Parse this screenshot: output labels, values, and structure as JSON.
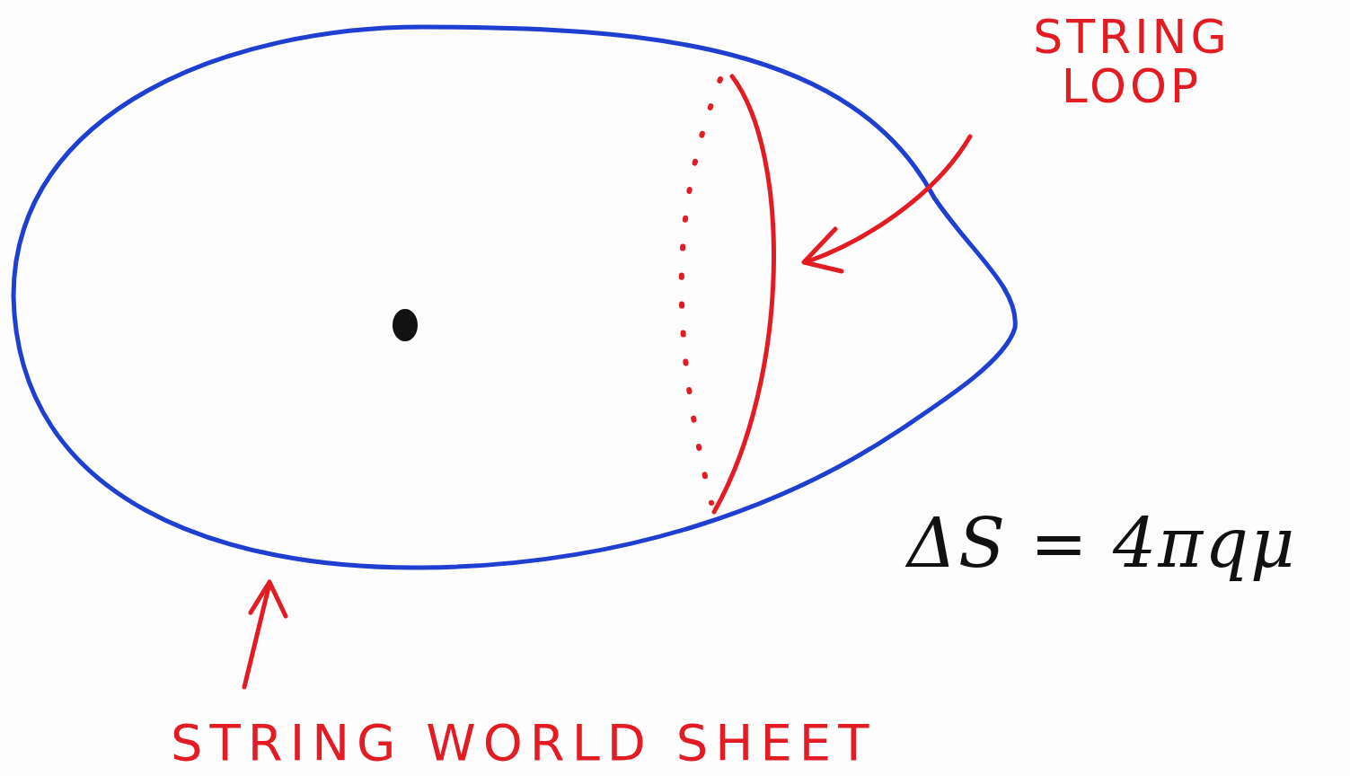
{
  "diagram": {
    "labels": [
      "STRING LOOP",
      "STRING WORLD SHEET",
      "ΔS = 4πqμ"
    ]
  }
}
